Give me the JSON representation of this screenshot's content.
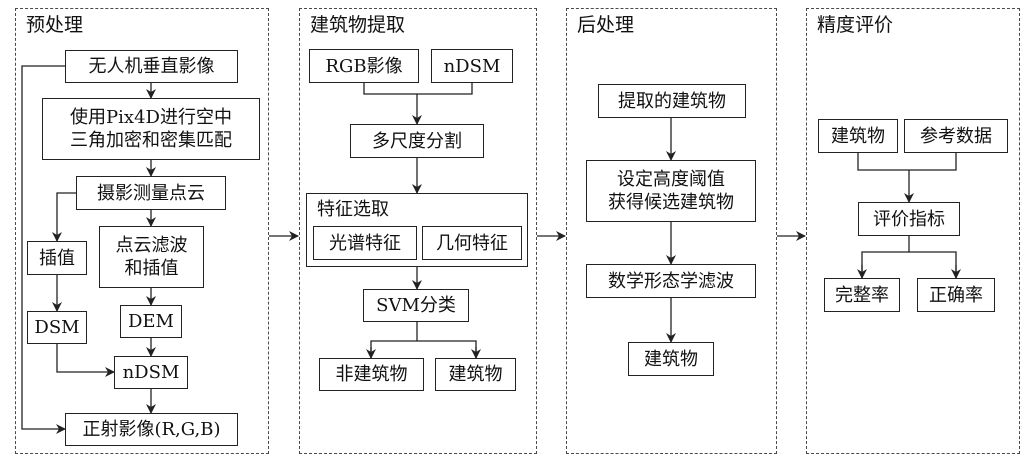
{
  "panels": {
    "preprocess": "预处理",
    "extraction": "建筑物提取",
    "postprocess": "后处理",
    "evaluation": "精度评价"
  },
  "preprocess": {
    "uav_image": "无人机垂直影像",
    "pix4d": "使用Pix4D进行空中\n三角加密和密集匹配",
    "point_cloud": "摄影测量点云",
    "interpolation": "插值",
    "filter_interp": "点云滤波\n和插值",
    "dsm": "DSM",
    "dem": "DEM",
    "ndsm": "nDSM",
    "ortho": "正射影像(R,G,B)"
  },
  "extraction": {
    "rgb_image": "RGB影像",
    "ndsm": "nDSM",
    "segmentation": "多尺度分割",
    "feature_selection": "特征选取",
    "spectral": "光谱特征",
    "geometric": "几何特征",
    "svm": "SVM分类",
    "non_building": "非建筑物",
    "building": "建筑物"
  },
  "postprocess": {
    "extracted": "提取的建筑物",
    "threshold": "设定高度阈值\n获得候选建筑物",
    "morphology": "数学形态学滤波",
    "building": "建筑物"
  },
  "evaluation": {
    "building": "建筑物",
    "reference": "参考数据",
    "index": "评价指标",
    "completeness": "完整率",
    "correctness": "正确率"
  }
}
